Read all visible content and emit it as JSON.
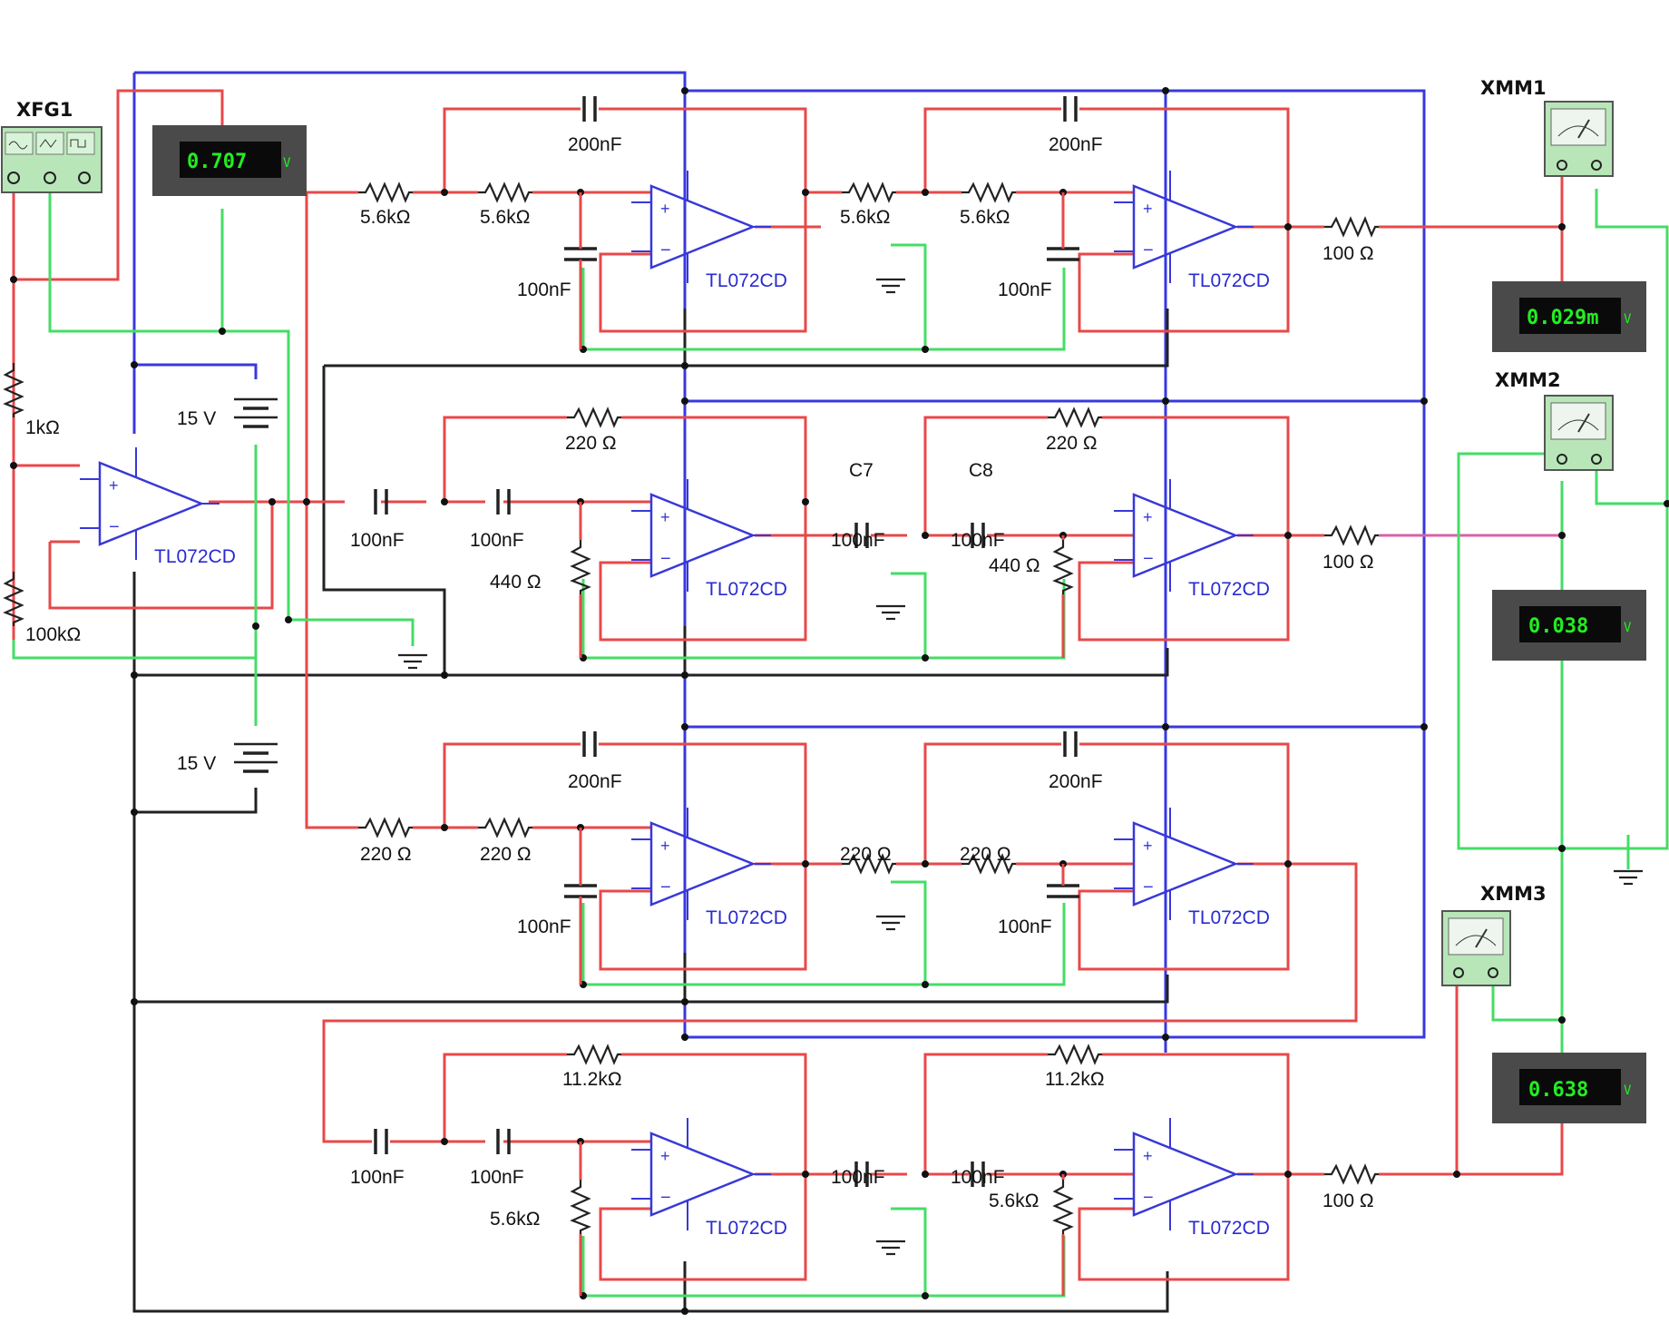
{
  "instruments": {
    "function_generator": "XFG1",
    "multimeters": [
      "XMM1",
      "XMM2",
      "XMM3"
    ]
  },
  "displays": {
    "input_probe": "0.707",
    "probe_1": "0.029m",
    "probe_2": "0.038",
    "probe_3": "0.638",
    "unit_glyph": "V"
  },
  "opamp_model": "TL072CD",
  "supplies": {
    "positive": "15 V",
    "negative": "15 V"
  },
  "input_stage": {
    "r_in": "1kΩ",
    "r_fb": "100kΩ"
  },
  "stage_1": {
    "r": [
      "5.6kΩ",
      "5.6kΩ",
      "5.6kΩ",
      "5.6kΩ"
    ],
    "c_top": [
      "200nF",
      "200nF"
    ],
    "c_shunt": [
      "100nF",
      "100nF"
    ],
    "r_out": "100 Ω"
  },
  "stage_2": {
    "c": [
      "100nF",
      "100nF",
      "100nF",
      "100nF"
    ],
    "r_top": [
      "220 Ω",
      "220 Ω"
    ],
    "r_shunt": [
      "440 Ω",
      "440 Ω"
    ],
    "cap_names": [
      "C7",
      "C8"
    ],
    "r_out": "100 Ω"
  },
  "stage_3": {
    "r": [
      "220 Ω",
      "220 Ω",
      "220 Ω",
      "220 Ω"
    ],
    "c_top": [
      "200nF",
      "200nF"
    ],
    "c_shunt": [
      "100nF",
      "100nF"
    ]
  },
  "stage_4": {
    "c": [
      "100nF",
      "100nF",
      "100nF",
      "100nF"
    ],
    "r_top": [
      "11.2kΩ",
      "11.2kΩ"
    ],
    "r_shunt": [
      "5.6kΩ",
      "5.6kΩ"
    ],
    "r_out": "100 Ω"
  },
  "colors": {
    "red_wire": "#e8484a",
    "green_wire": "#44dd66",
    "blue_wire": "#3838e0",
    "black_wire": "#222222",
    "component": "#3838d8",
    "meter_screen": "#0a0a0a",
    "meter_body": "#4a4a4a",
    "instrument_body": "#b8e6b8"
  }
}
